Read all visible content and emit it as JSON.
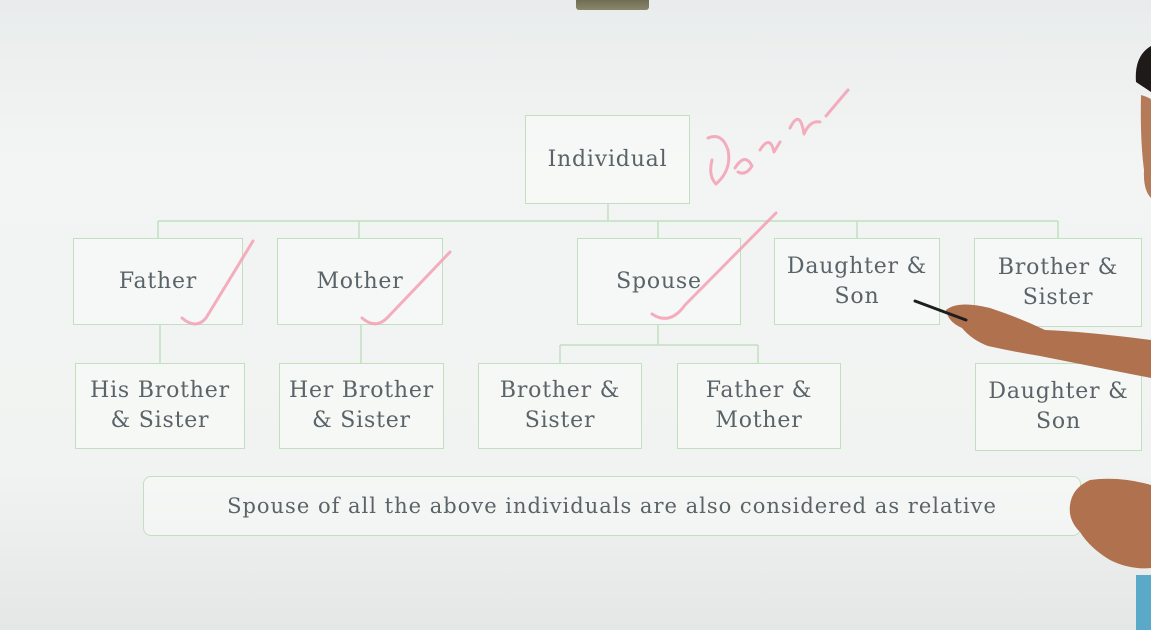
{
  "diagram": {
    "root": "Individual",
    "level1": [
      "Father",
      "Mother",
      "Spouse",
      "Daughter &\nSon",
      "Brother &\nSister"
    ],
    "level2": [
      "His Brother\n& Sister",
      "Her Brother\n& Sister",
      "Brother &\nSister",
      "Father &\nMother",
      "Daughter &\nSon"
    ],
    "note": "Spouse of all the above individuals are also considered as relative",
    "colors": {
      "box_border": "#c2e0c0",
      "text": "#5a6368",
      "annotation": "#f3a0b4"
    }
  }
}
